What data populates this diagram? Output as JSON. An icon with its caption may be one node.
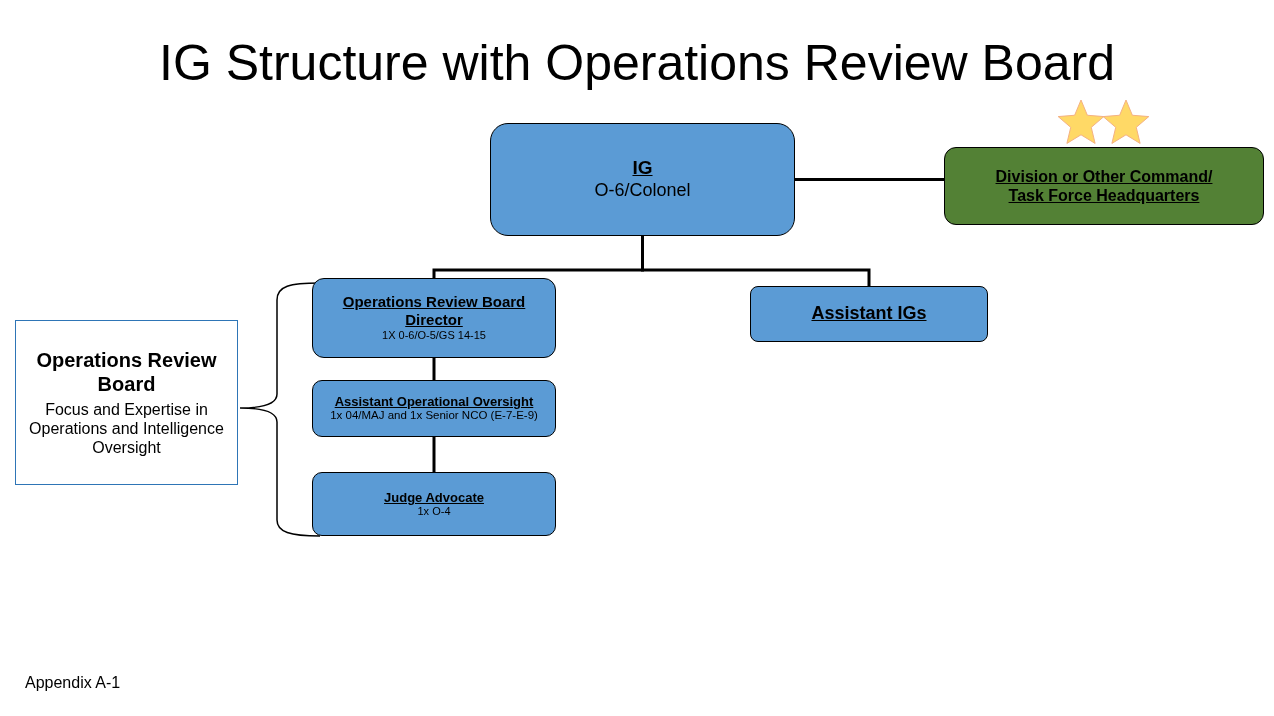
{
  "diagram": {
    "title": "IG Structure with Operations Review Board",
    "nodes": [
      {
        "text": [
          "IG",
          "O-6/Colonel"
        ]
      },
      {
        "text": [
          "Division or Other Command/ Task Force Headquarters"
        ]
      },
      {
        "text": [
          "Operations Review Board Director",
          "1X 0-6/O-5/GS 14-15"
        ]
      },
      {
        "text": [
          "Assistant IGs"
        ]
      },
      {
        "text": [
          "Operations Review Board",
          "Focus and Expertise in Operations and Intelligence Oversight"
        ]
      },
      {
        "text": [
          "Assistant Operational Oversight",
          "1x 04/MAJ and 1x Senior NCO (E-7-E-9)"
        ]
      },
      {
        "text": [
          "Judge Advocate",
          "1x O-4"
        ]
      }
    ],
    "edges": [
      {
        "from": 0,
        "to": 1,
        "arrow": "none"
      },
      {
        "from": 0,
        "to": 2,
        "arrow": "none"
      },
      {
        "from": 0,
        "to": 3,
        "arrow": "none"
      },
      {
        "from": 2,
        "to": 5,
        "arrow": "none"
      },
      {
        "from": 5,
        "to": 6,
        "arrow": "none"
      }
    ],
    "labels": [
      "Appendix A-1"
    ]
  }
}
